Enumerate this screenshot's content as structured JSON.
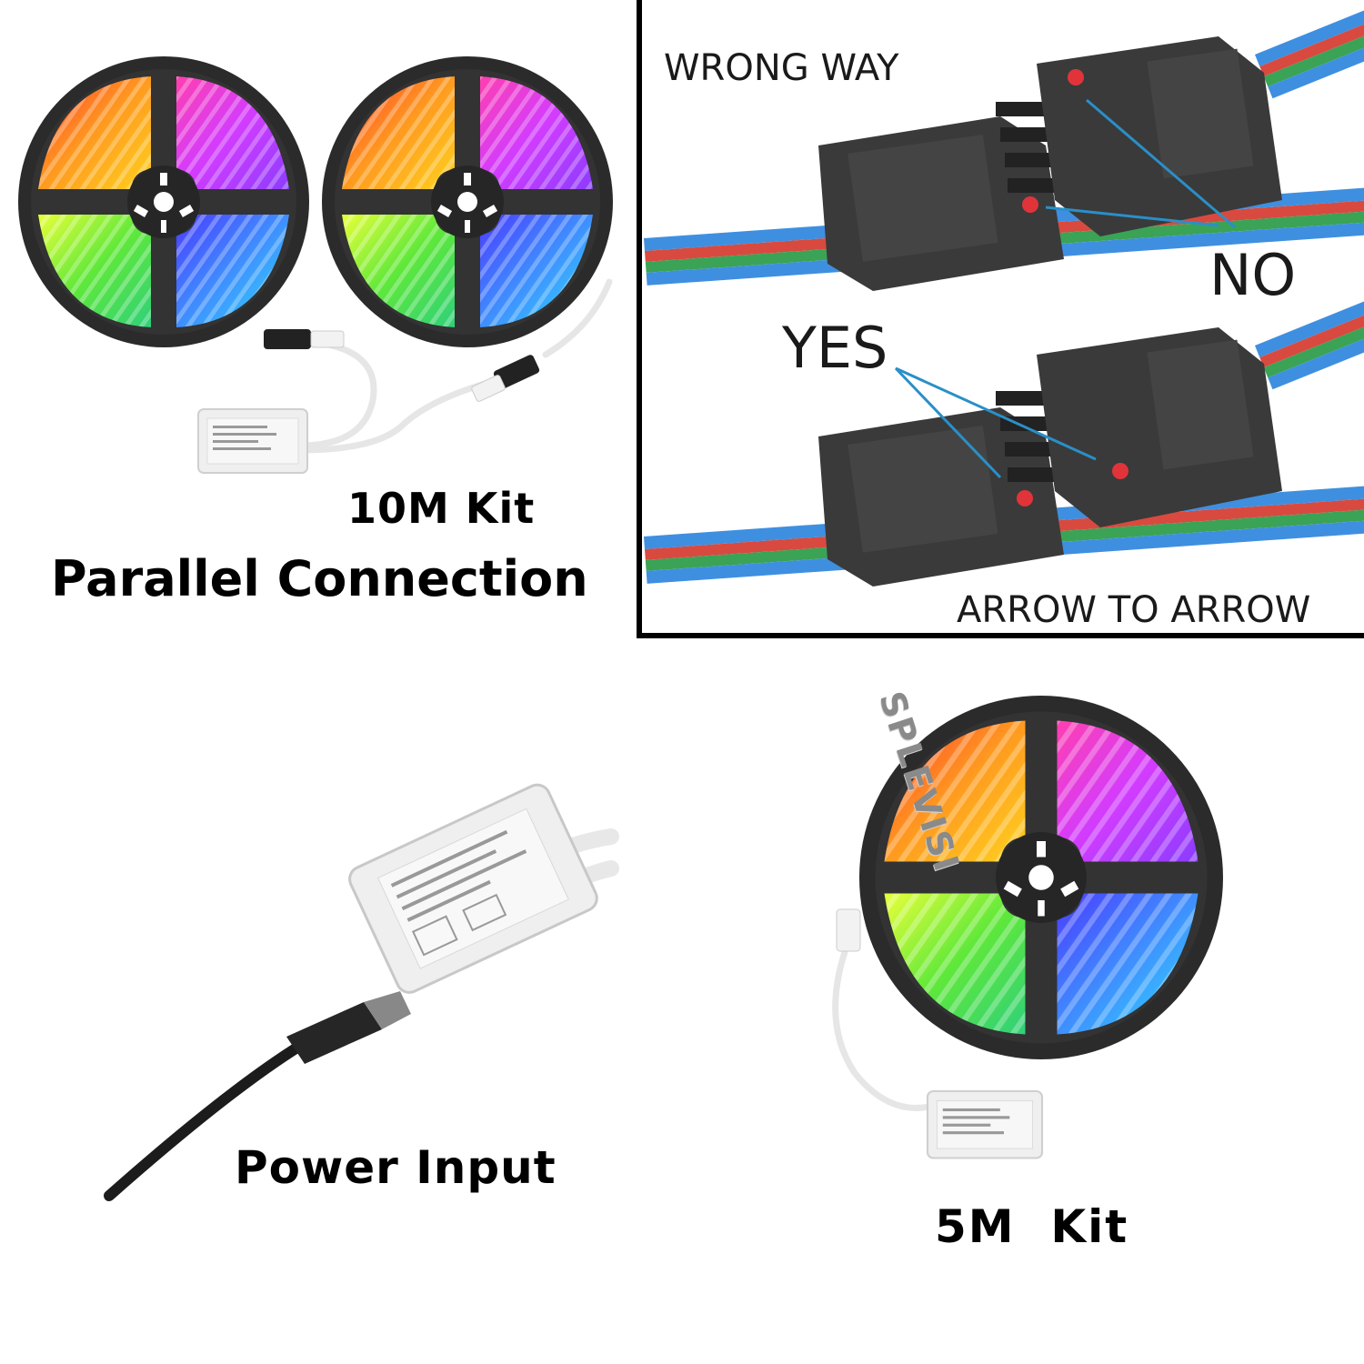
{
  "kit_10m": {
    "caption": "10M Kit",
    "subtitle": "Parallel Connection"
  },
  "connector_guide": {
    "wrong_label": "WRONG WAY",
    "no_label": "NO",
    "yes_label": "YES",
    "tip_label": "ARROW TO ARROW"
  },
  "power": {
    "caption": "Power Input"
  },
  "kit_5m": {
    "caption": "5M  Kit"
  },
  "watermark": "SPLEVISI",
  "colors": {
    "reel": "#2b2b2b",
    "wire_blue": "#3f8fe0",
    "wire_red": "#d84a3f",
    "wire_green": "#3aa356",
    "connector": "#3a3a3a",
    "arrow_dot": "#e0343a",
    "pointer_line": "#2a8fc8",
    "controller": "#efefef"
  }
}
